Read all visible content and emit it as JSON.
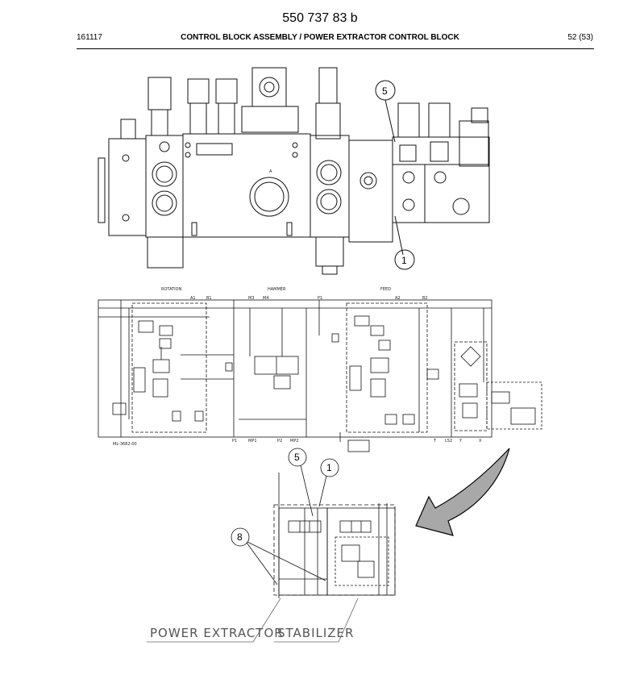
{
  "doc_number": "550 737 83 b",
  "header": {
    "left": "161117",
    "title": "CONTROL BLOCK ASSEMBLY / POWER EXTRACTOR CONTROL BLOCK",
    "page": "52 (53)"
  },
  "top_drawing": {
    "port_label": "A",
    "callouts": [
      "5",
      "1"
    ]
  },
  "schematic": {
    "section_labels": [
      "ROTATION",
      "HAMMER",
      "FEED"
    ],
    "port_labels_top": [
      "A1",
      "B1",
      "M3",
      "M4",
      "P1",
      "A2",
      "B2"
    ],
    "port_labels_bottom": [
      "P1",
      "MP1",
      "P2",
      "MP2",
      "T",
      "LS2",
      "Y",
      "X"
    ],
    "drawing_id": "ML-3682-00"
  },
  "detail": {
    "callouts": [
      "5",
      "1",
      "8"
    ],
    "labels": [
      "POWER EXTRACTOR",
      "STABILIZER"
    ]
  }
}
